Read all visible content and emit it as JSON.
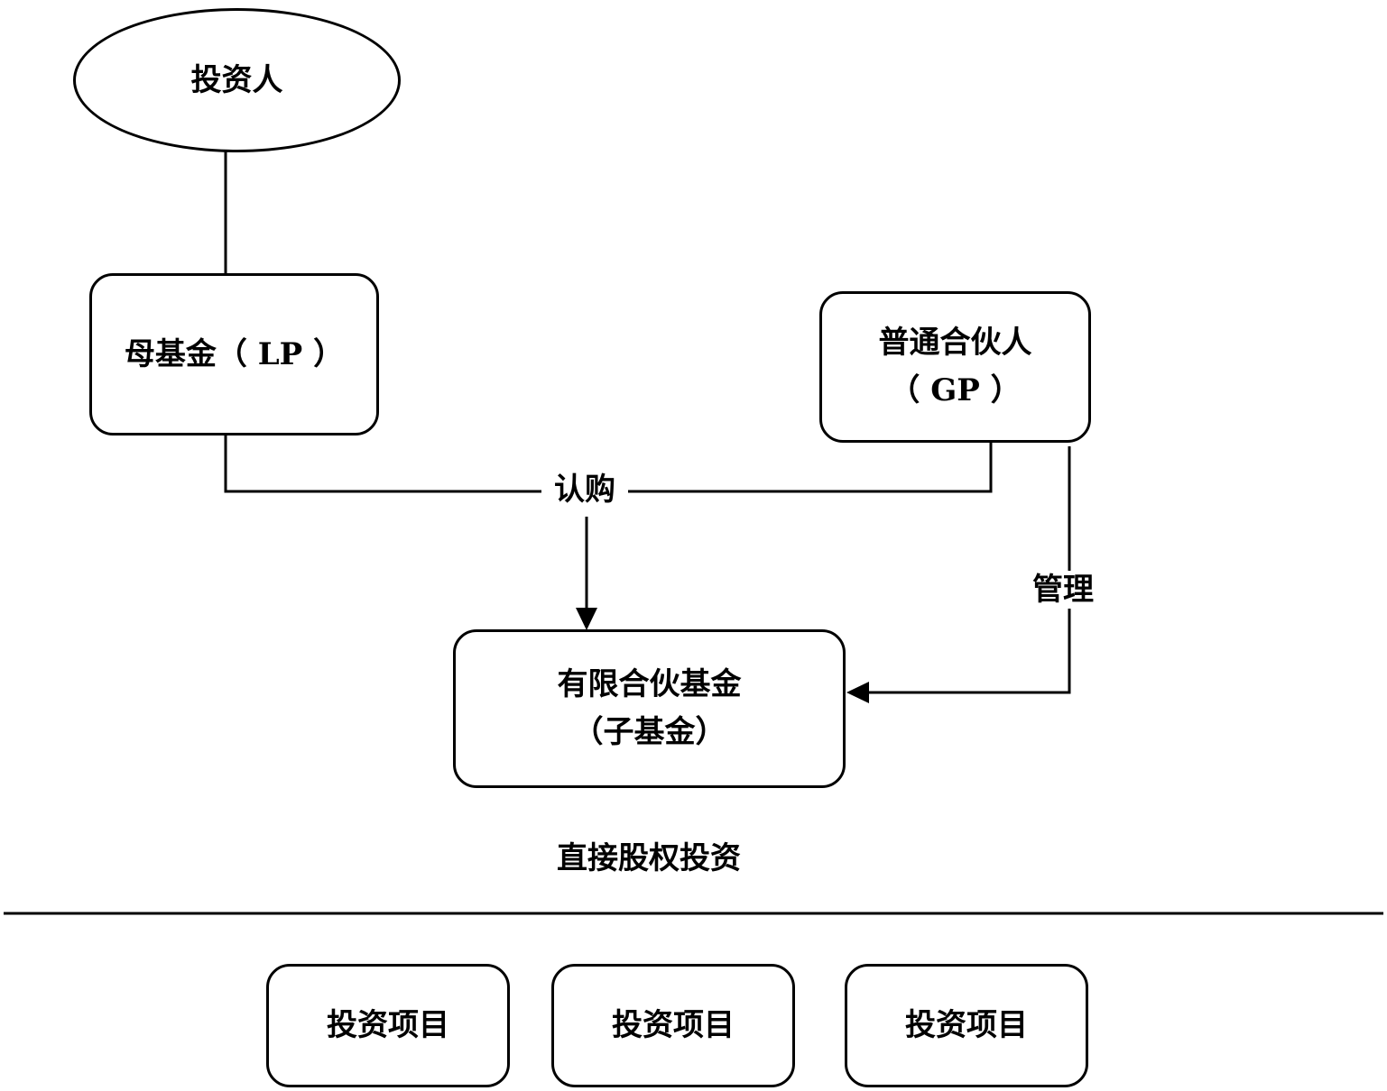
{
  "diagram": {
    "investor": "投资人",
    "mother_fund": "母基金（ LP ）",
    "gp": {
      "line1": "普通合伙人",
      "line2": "（ GP ）"
    },
    "sub_fund": {
      "line1": "有限合伙基金",
      "line2": "（子基金）"
    },
    "edge_labels": {
      "subscribe": "认购",
      "manage": "管理"
    },
    "section_label": "直接股权投资",
    "projects": [
      "投资项目",
      "投资项目",
      "投资项目"
    ]
  }
}
